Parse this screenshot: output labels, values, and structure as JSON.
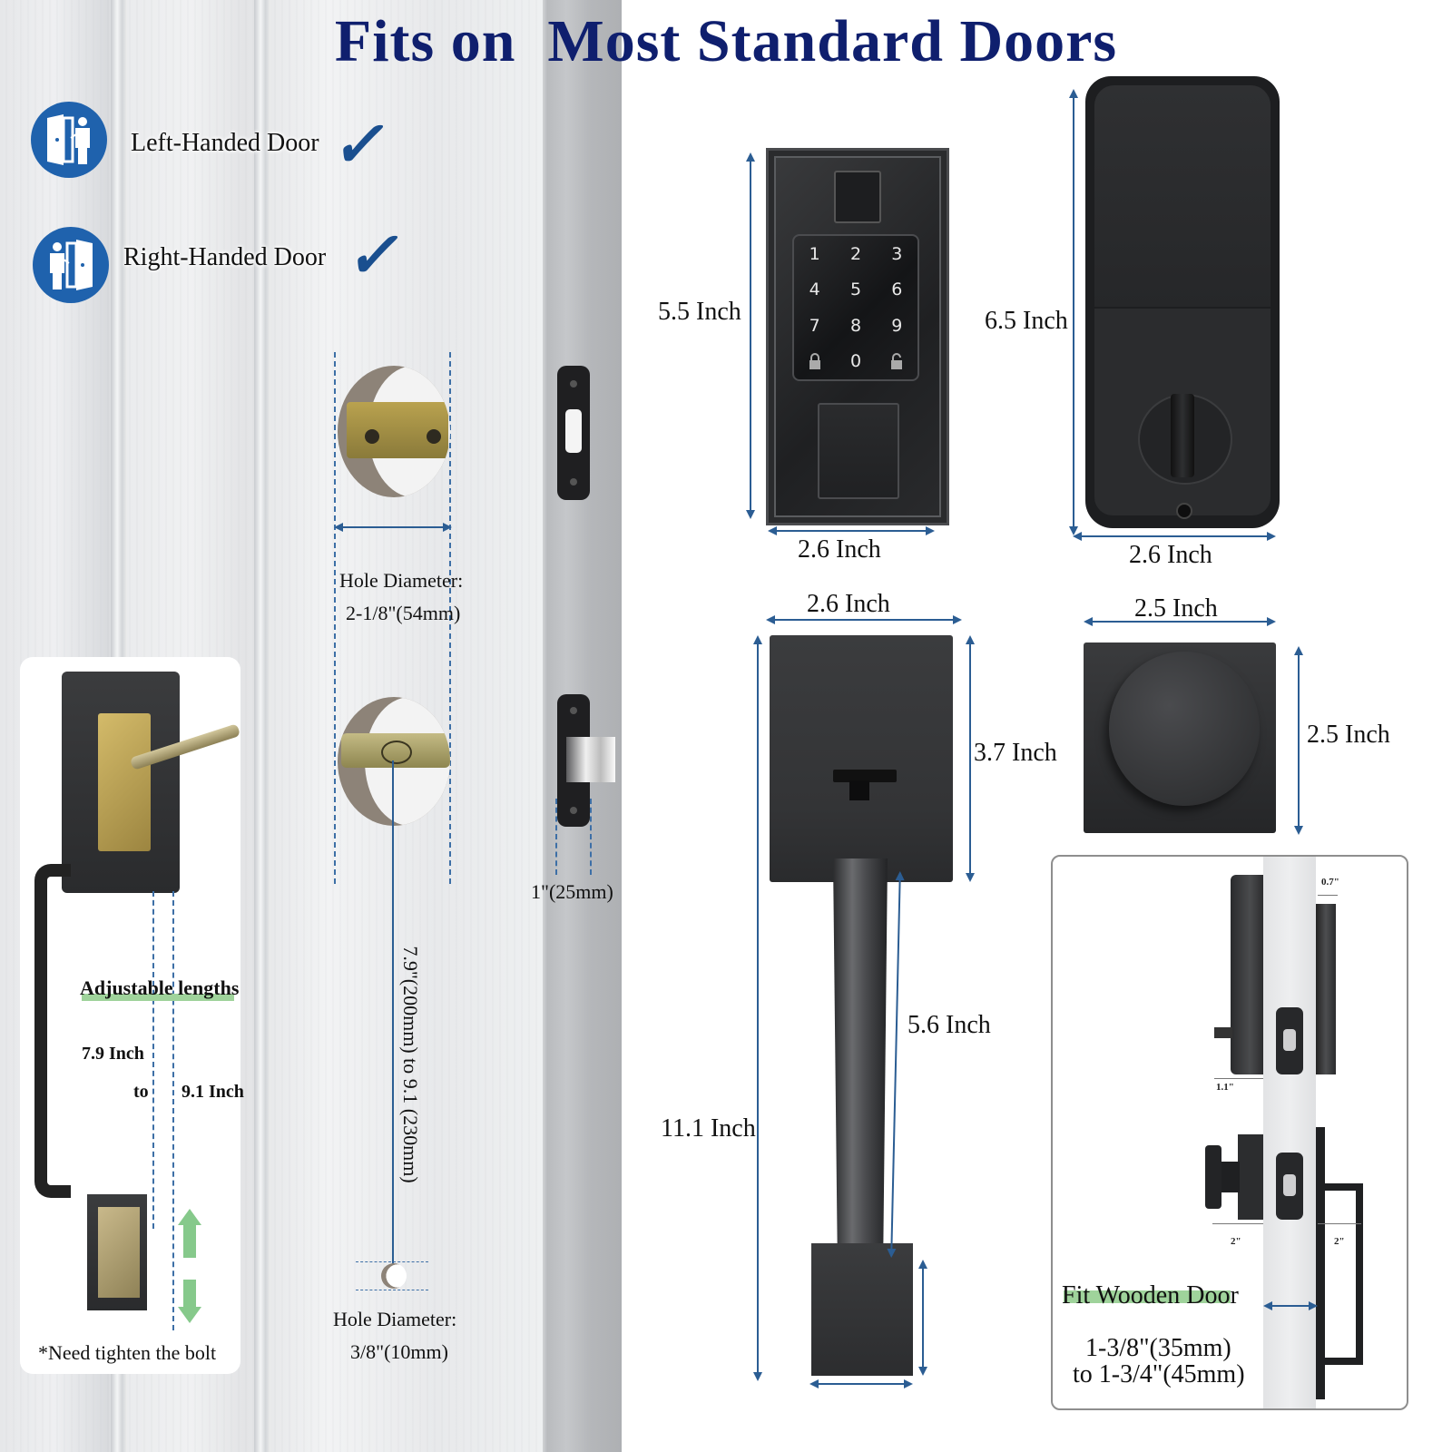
{
  "title": "Fits on  Most Standard Doors",
  "colors": {
    "title": "#0f1f6e",
    "dimension_line": "#2b5d93",
    "icon_circle": "#1f62ad",
    "checkmark": "#1a4f8f",
    "highlight_green": "#9fd39b"
  },
  "door_handedness": [
    {
      "icon": "left-handed-door-icon",
      "label": "Left-Handed Door",
      "check": "✓"
    },
    {
      "icon": "right-handed-door-icon",
      "label": "Right-Handed Door",
      "check": "✓"
    }
  ],
  "door_specs": {
    "main_hole_label": "Hole Diameter:",
    "main_hole_value": "2-1/8\"(54mm)",
    "backset_range": "7.9\"(200mm) to 9.1 (230mm)",
    "small_hole_label": "Hole Diameter:",
    "small_hole_value": "3/8\"(10mm)",
    "latch_width": "1\"(25mm)"
  },
  "handle_card": {
    "adjustable_label": "Adjustable lengths",
    "length_min": "7.9 Inch",
    "to": "to",
    "length_max": "9.1 Inch",
    "note": "*Need tighten the bolt"
  },
  "keypad_lock": {
    "height": "5.5 Inch",
    "width": "2.6 Inch",
    "keys": [
      "1",
      "2",
      "3",
      "4",
      "5",
      "6",
      "7",
      "8",
      "9",
      "lock",
      "0",
      "unlock"
    ]
  },
  "interior_unit": {
    "height": "6.5 Inch",
    "width": "2.6 Inch"
  },
  "handleset": {
    "top_width": "2.6 Inch",
    "plate_height": "3.7 Inch",
    "grip_length": "5.6 Inch",
    "total_height": "11.1 Inch"
  },
  "knob": {
    "width": "2.5 Inch",
    "height": "2.5 Inch"
  },
  "side_view": {
    "interior_depth": "1.1\"",
    "exterior_depth": "0.7\"",
    "knob_depth": "2\"",
    "handle_depth": "2\"",
    "fit_label": "Fit Wooden Door",
    "thickness_line1": "1-3/8\"(35mm)",
    "thickness_line2": "to 1-3/4\"(45mm)"
  }
}
